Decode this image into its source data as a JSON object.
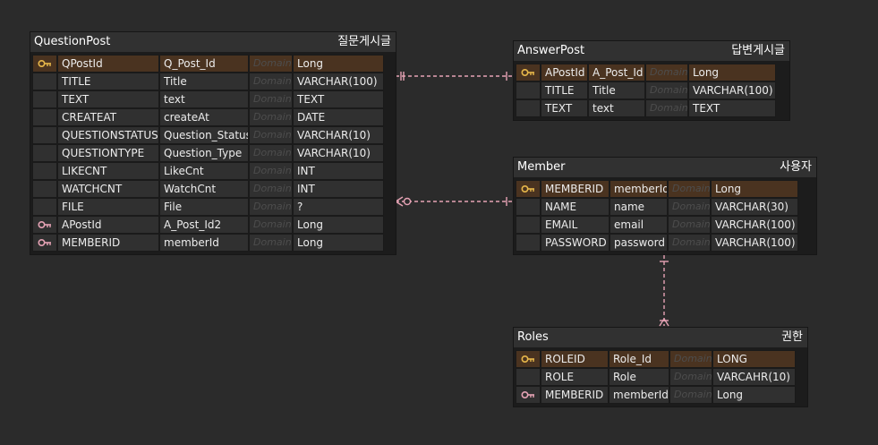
{
  "colors": {
    "background": "#2b2b2b",
    "primary_key_row": "#4a3320",
    "primary_key_icon": "#e8b84a",
    "foreign_key_icon": "#e6a3b5",
    "relationship_line": "#e6a3b5"
  },
  "entities": {
    "questionpost": {
      "name": "QuestionPost",
      "label": "질문게시글",
      "rows": [
        {
          "key": "pk",
          "physical": "QPostId",
          "logical": "Q_Post_Id",
          "domain": "Domain",
          "type": "Long"
        },
        {
          "key": "",
          "physical": "TITLE",
          "logical": "Title",
          "domain": "Domain",
          "type": "VARCHAR(100)"
        },
        {
          "key": "",
          "physical": "TEXT",
          "logical": "text",
          "domain": "Domain",
          "type": "TEXT"
        },
        {
          "key": "",
          "physical": "CREATEAT",
          "logical": "createAt",
          "domain": "Domain",
          "type": "DATE"
        },
        {
          "key": "",
          "physical": "QUESTIONSTATUS",
          "logical": "Question_Status'",
          "domain": "Domain",
          "type": "VARCHAR(10)"
        },
        {
          "key": "",
          "physical": "QUESTIONTYPE",
          "logical": "Question_Type",
          "domain": "Domain",
          "type": "VARCHAR(10)"
        },
        {
          "key": "",
          "physical": "LIKECNT",
          "logical": "LikeCnt",
          "domain": "Domain",
          "type": "INT"
        },
        {
          "key": "",
          "physical": "WATCHCNT",
          "logical": "WatchCnt",
          "domain": "Domain",
          "type": "INT"
        },
        {
          "key": "",
          "physical": "FILE",
          "logical": "File",
          "domain": "Domain",
          "type": "?"
        },
        {
          "key": "fk",
          "physical": "APostId",
          "logical": "A_Post_Id2",
          "domain": "Domain",
          "type": "Long"
        },
        {
          "key": "fk",
          "physical": "MEMBERID",
          "logical": "memberId",
          "domain": "Domain",
          "type": "Long"
        }
      ]
    },
    "answerpost": {
      "name": "AnswerPost",
      "label": "답변게시글",
      "rows": [
        {
          "key": "pk",
          "physical": "APostId",
          "logical": "A_Post_Id",
          "domain": "Domain",
          "type": "Long"
        },
        {
          "key": "",
          "physical": "TITLE",
          "logical": "Title",
          "domain": "Domain",
          "type": "VARCHAR(100)"
        },
        {
          "key": "",
          "physical": "TEXT",
          "logical": "text",
          "domain": "Domain",
          "type": "TEXT"
        }
      ]
    },
    "member": {
      "name": "Member",
      "label": "사용자",
      "rows": [
        {
          "key": "pk",
          "physical": "MEMBERID",
          "logical": "memberId",
          "domain": "Domain",
          "type": "Long"
        },
        {
          "key": "",
          "physical": "NAME",
          "logical": "name",
          "domain": "Domain",
          "type": "VARCHAR(30)"
        },
        {
          "key": "",
          "physical": "EMAIL",
          "logical": "email",
          "domain": "Domain",
          "type": "VARCHAR(100)"
        },
        {
          "key": "",
          "physical": "PASSWORD",
          "logical": "password",
          "domain": "Domain",
          "type": "VARCHAR(100)"
        }
      ]
    },
    "roles": {
      "name": "Roles",
      "label": "권한",
      "rows": [
        {
          "key": "pk",
          "physical": "ROLEID",
          "logical": "Role_Id",
          "domain": "Domain",
          "type": "LONG"
        },
        {
          "key": "",
          "physical": "ROLE",
          "logical": "Role",
          "domain": "Domain",
          "type": "VARCAHR(10)"
        },
        {
          "key": "fk",
          "physical": "MEMBERID",
          "logical": "memberId",
          "domain": "Domain",
          "type": "Long"
        }
      ]
    }
  }
}
